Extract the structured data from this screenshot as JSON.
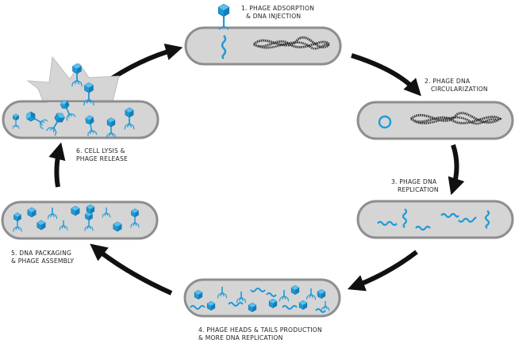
{
  "diagram": {
    "colors": {
      "cell_fill": "#d5d5d5",
      "cell_stroke": "#8e8e8e",
      "phage_blue": "#1e9ad6",
      "phage_dark": "#0d6fa6",
      "arrow": "#111111",
      "dna_dark": "#333333"
    },
    "steps": [
      {
        "id": 1,
        "line1": "1. Phage adsorption",
        "line2": "& DNA injection"
      },
      {
        "id": 2,
        "line1": "2. Phage DNA",
        "line2": "circularization"
      },
      {
        "id": 3,
        "line1": "3. Phage DNA",
        "line2": "replication"
      },
      {
        "id": 4,
        "line1": "4. Phage heads & tails production",
        "line2": "& more DNA replication"
      },
      {
        "id": 5,
        "line1": "5. DNA packaging",
        "line2": "& phage assembly"
      },
      {
        "id": 6,
        "line1": "6. Cell lysis &",
        "line2": "phage release"
      }
    ]
  }
}
